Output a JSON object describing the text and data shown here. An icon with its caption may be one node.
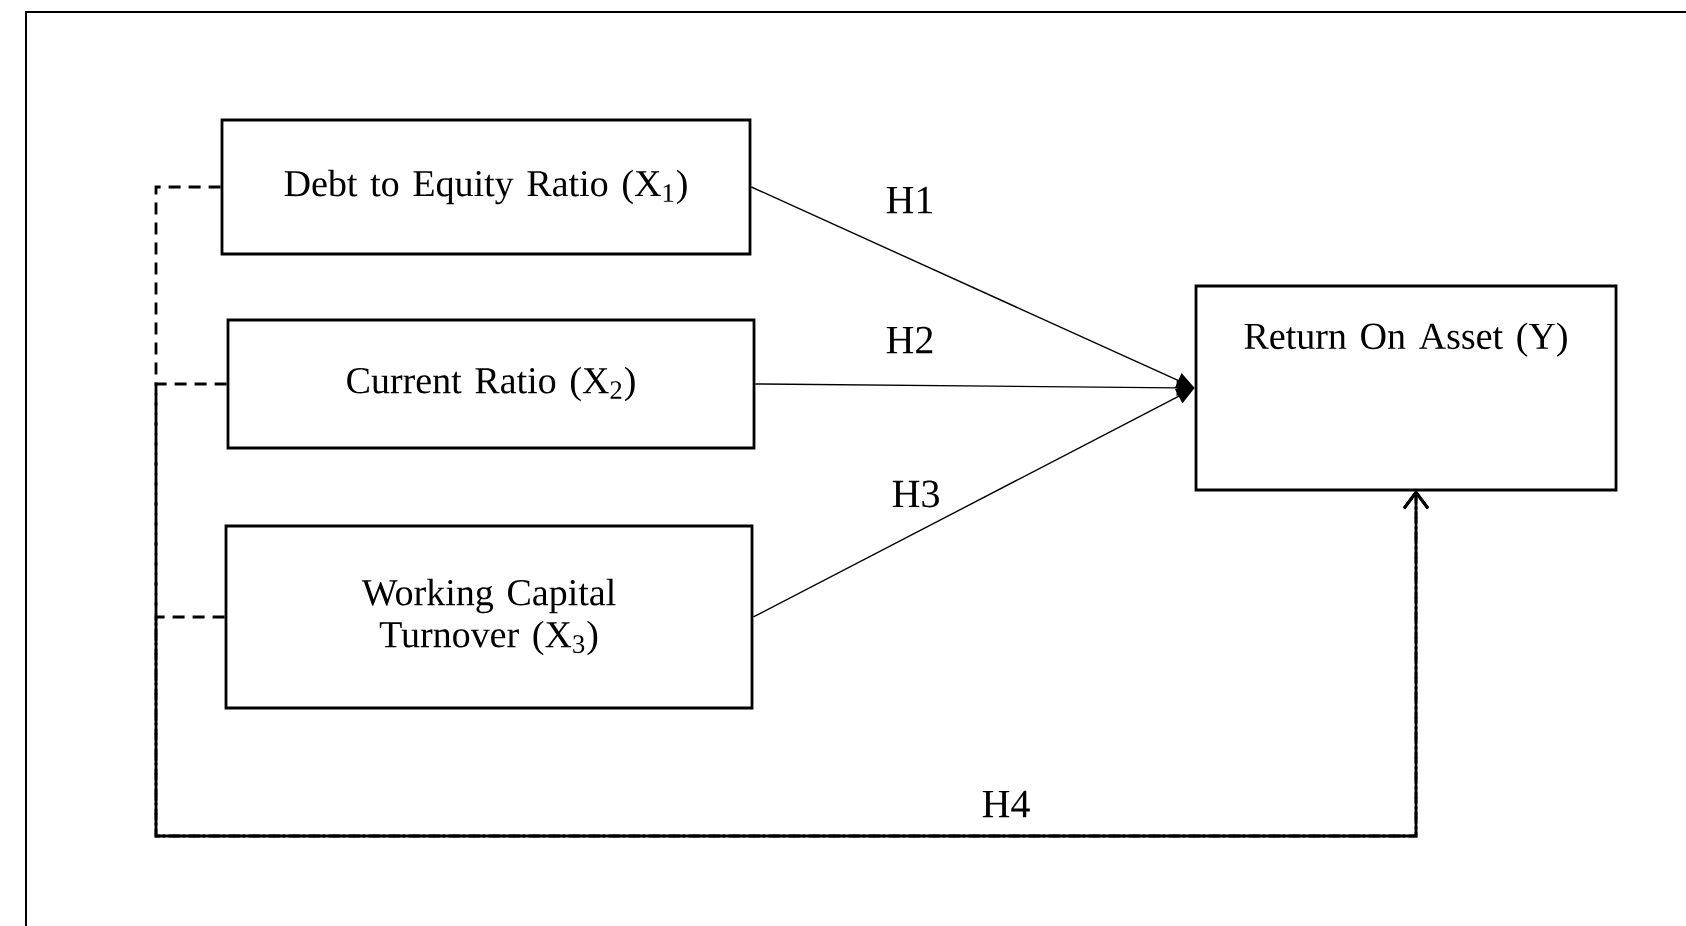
{
  "diagram": {
    "nodes": [
      {
        "text": [
          "Debt to Equity Ratio (X$_{1}$)"
        ]
      },
      {
        "text": [
          "Current Ratio (X$_{2}$)"
        ]
      },
      {
        "text": [
          "Working Capital Turnover (X$_{3}$)"
        ]
      },
      {
        "text": [
          "Return On Asset (Y)"
        ]
      }
    ],
    "edges": [
      {
        "from": 0,
        "to": 3,
        "arrow": "to",
        "label": "H1"
      },
      {
        "from": 1,
        "to": 3,
        "arrow": "to",
        "label": "H2"
      },
      {
        "from": 2,
        "to": 3,
        "arrow": "to",
        "label": "H3"
      },
      {
        "from": 0,
        "to": 3,
        "arrow": "to",
        "style": "dashed"
      },
      {
        "from": 1,
        "to": 3,
        "arrow": "to",
        "style": "dashed"
      },
      {
        "from": 2,
        "to": 3,
        "arrow": "to",
        "style": "dashed",
        "label": "H4"
      }
    ]
  }
}
